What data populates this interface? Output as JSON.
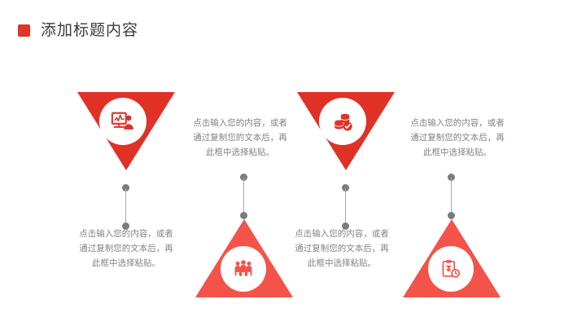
{
  "slide": {
    "background_color": "#ffffff",
    "title": {
      "text": "添加标题内容",
      "bullet_color": "#e13328",
      "text_color": "#3a3a3c"
    }
  },
  "theme": {
    "triangle_down_color": "#e03127",
    "triangle_up_color": "#f4534a",
    "badge_color": "#ffffff",
    "connector_dot_color": "#7c7c80",
    "connector_line_color": "#a9a9ad",
    "body_text_color": "#838387"
  },
  "items": [
    {
      "id": "item-1",
      "direction": "down",
      "icon": "presentation-person-icon",
      "color": "#e03127",
      "caption": {
        "line1": "点击输入您的内容，或者",
        "line2": "通过复制您的文本后，再",
        "line3": "此框中选择粘贴。"
      }
    },
    {
      "id": "item-2",
      "direction": "up",
      "icon": "team-icon",
      "color": "#f4534a",
      "caption": {
        "line1": "点击输入您的内容，或者",
        "line2": "通过复制您的文本后，再",
        "line3": "此框中选择粘贴。"
      }
    },
    {
      "id": "item-3",
      "direction": "down",
      "icon": "coins-check-icon",
      "color": "#e03127",
      "caption": {
        "line1": "点击输入您的内容，或者",
        "line2": "通过复制您的文本后，再",
        "line3": "此框中选择粘贴。"
      }
    },
    {
      "id": "item-4",
      "direction": "up",
      "icon": "clipboard-finance-icon",
      "color": "#f4534a",
      "caption": {
        "line1": "点击输入您的内容，或者",
        "line2": "通过复制您的文本后，再",
        "line3": "此框中选择粘贴。"
      }
    }
  ]
}
